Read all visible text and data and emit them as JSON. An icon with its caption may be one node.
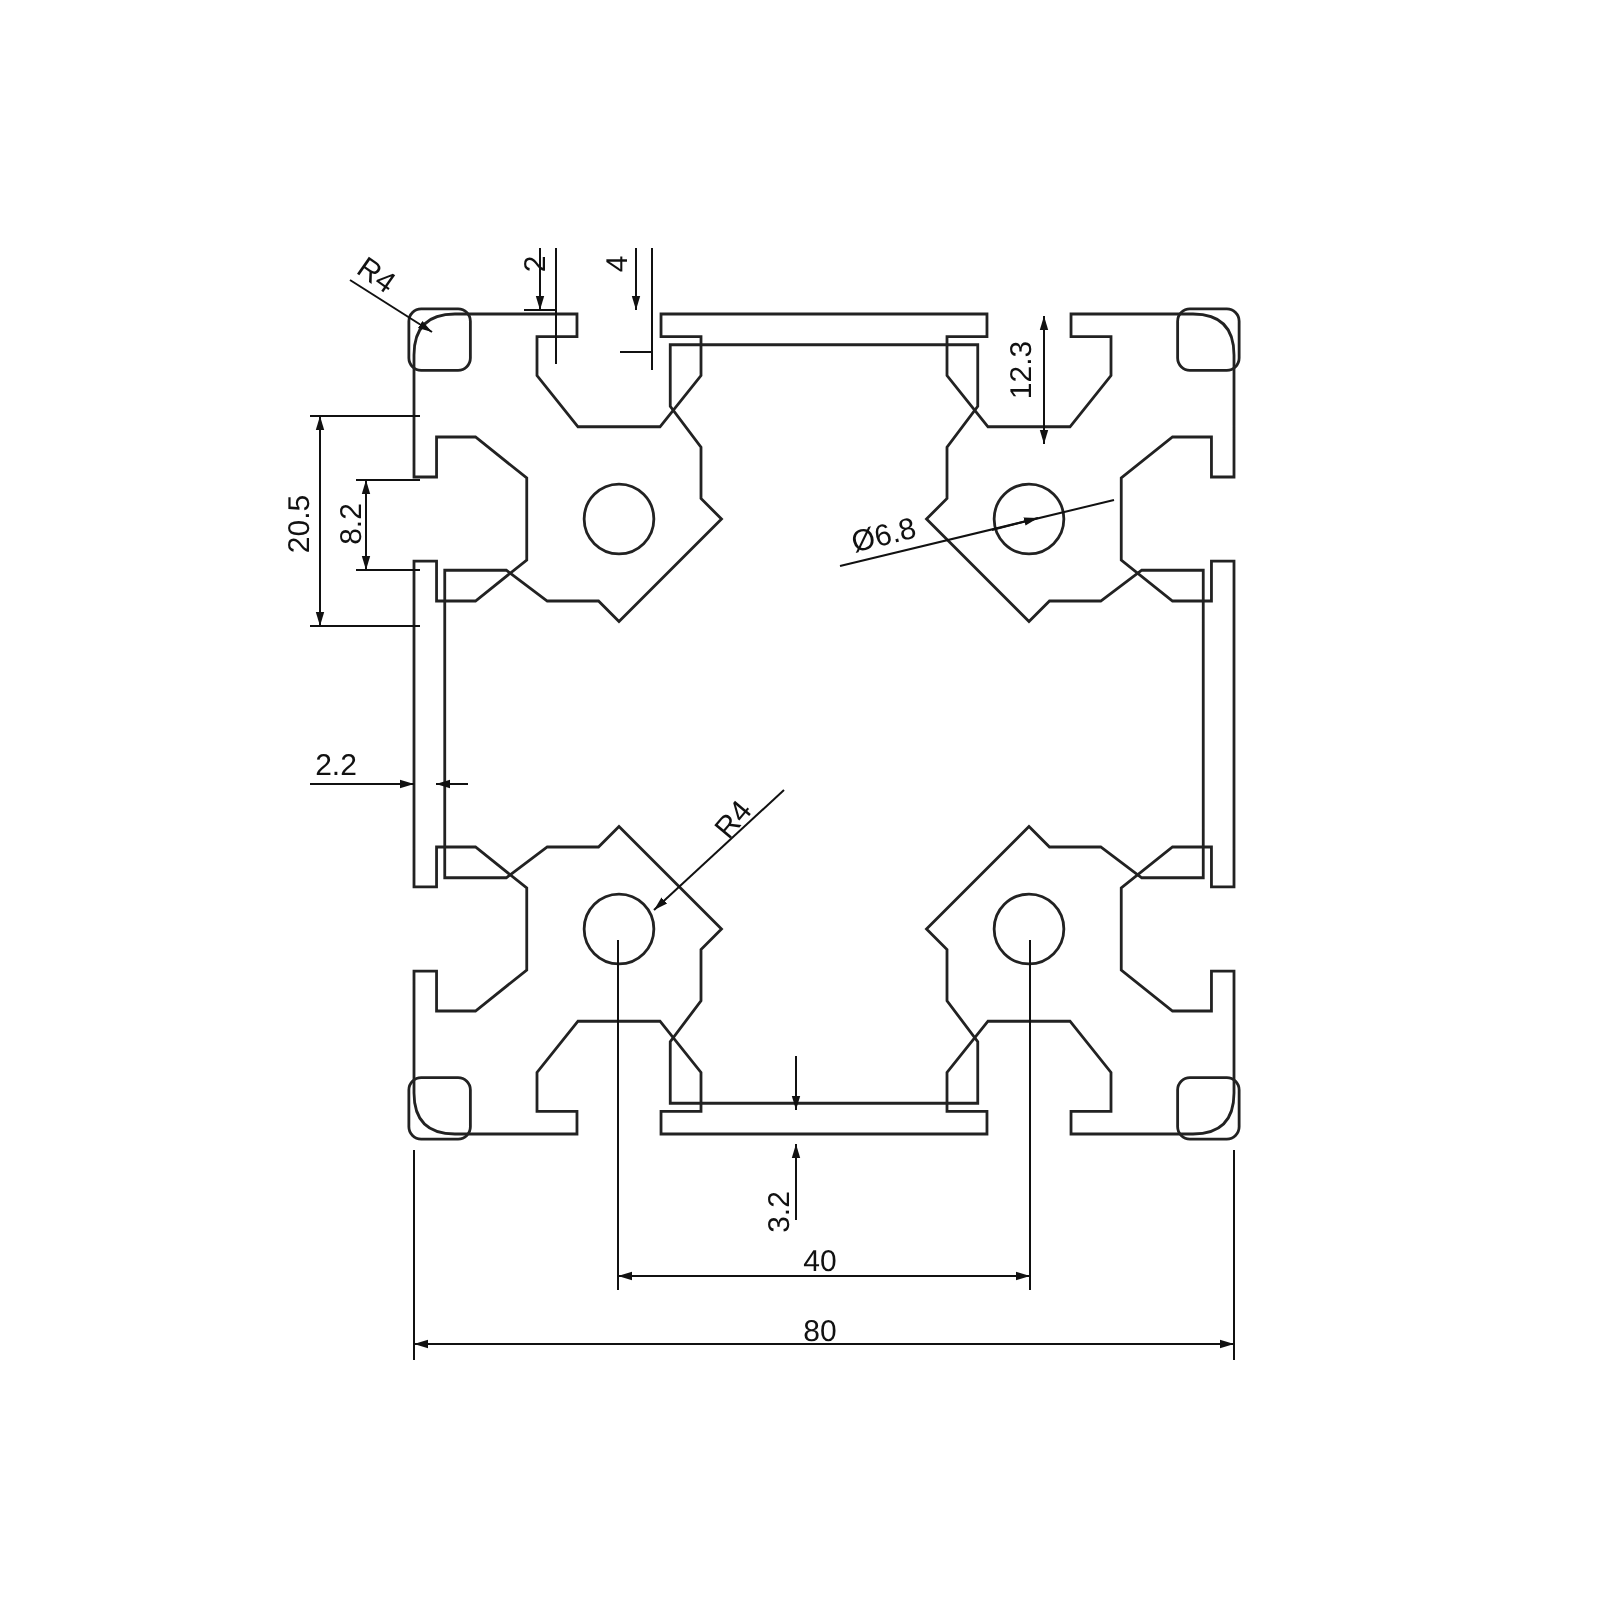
{
  "diagram": {
    "labels": [
      "R4",
      "2",
      "4",
      "12.3",
      "20.5",
      "8.2",
      "Ø6.8",
      "2.2",
      "R4",
      "3.2",
      "40",
      "80"
    ]
  }
}
